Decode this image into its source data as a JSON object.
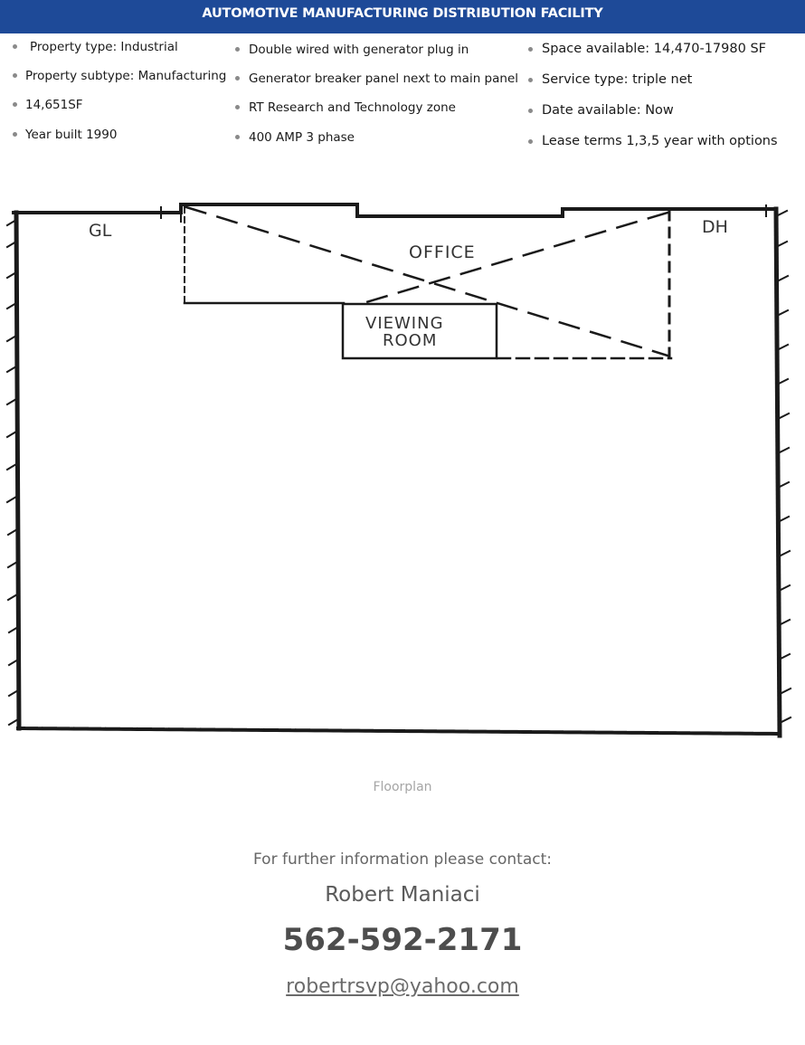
{
  "header": {
    "title": "AUTOMOTIVE MANUFACTURING DISTRIBUTION FACILITY",
    "color": "#1e4a98"
  },
  "details": {
    "column1": [
      "Property type: Industrial",
      "Property subtype: Manufacturing",
      "14,651SF",
      "Year built 1990"
    ],
    "column2": [
      "Double wired with generator plug in",
      "Generator breaker panel next to main panel",
      "RT Research and Technology zone",
      "400 AMP 3 phase"
    ],
    "column3": [
      "Space available: 14,470-17980 SF",
      "Service type: triple net",
      "Date available: Now",
      "Lease terms 1,3,5 year with options"
    ]
  },
  "floorplan": {
    "labels": {
      "gl": "GL",
      "dh": "DH",
      "office": "OFFICE",
      "viewing_line1": "VIEWING",
      "viewing_line2": "ROOM"
    },
    "caption": "Floorplan"
  },
  "contact": {
    "heading": "For further information please contact:",
    "name": "Robert Maniaci",
    "phone": "562-592-2171",
    "email": "robertrsvp@yahoo.com"
  }
}
